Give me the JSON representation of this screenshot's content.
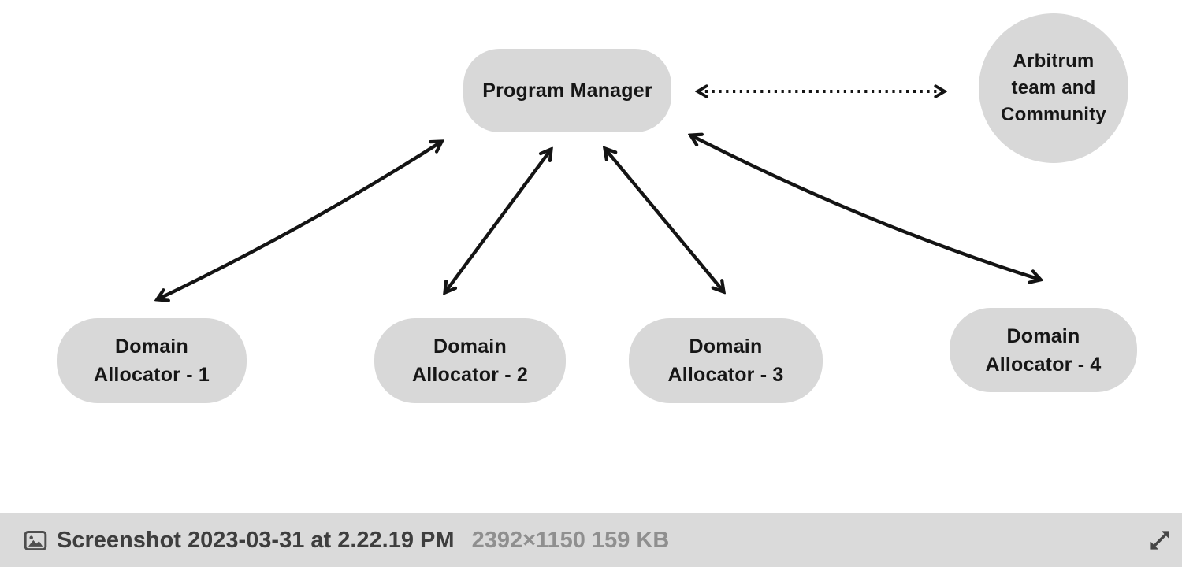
{
  "diagram": {
    "nodes": {
      "program_manager": {
        "label": "Program Manager",
        "shape": "rounded-rect"
      },
      "arbitrum": {
        "label": "Arbitrum\nteam and\nCommunity",
        "shape": "circle"
      },
      "da1": {
        "label": "Domain\nAllocator - 1",
        "shape": "rounded-rect"
      },
      "da2": {
        "label": "Domain\nAllocator - 2",
        "shape": "rounded-rect"
      },
      "da3": {
        "label": "Domain\nAllocator - 3",
        "shape": "rounded-rect"
      },
      "da4": {
        "label": "Domain\nAllocator - 4",
        "shape": "rounded-rect"
      }
    },
    "edges": [
      {
        "from": "program_manager",
        "to": "arbitrum",
        "style": "dotted",
        "bidirectional": true
      },
      {
        "from": "program_manager",
        "to": "da1",
        "style": "solid",
        "bidirectional": true
      },
      {
        "from": "program_manager",
        "to": "da2",
        "style": "solid",
        "bidirectional": true
      },
      {
        "from": "program_manager",
        "to": "da3",
        "style": "solid",
        "bidirectional": true
      },
      {
        "from": "program_manager",
        "to": "da4",
        "style": "solid",
        "bidirectional": true
      }
    ]
  },
  "footer": {
    "filename": "Screenshot 2023-03-31 at 2.22.19 PM",
    "meta": "2392×1150 159 KB",
    "left_icon": "image-icon",
    "right_icon": "expand-icon"
  },
  "colors": {
    "node_fill": "#d8d8d8",
    "arrow": "#141414",
    "footer_bg": "#dadada",
    "filename_color": "#3e3e3e",
    "meta_color": "#8f8f8f",
    "icon_color": "#4e4e4e"
  }
}
